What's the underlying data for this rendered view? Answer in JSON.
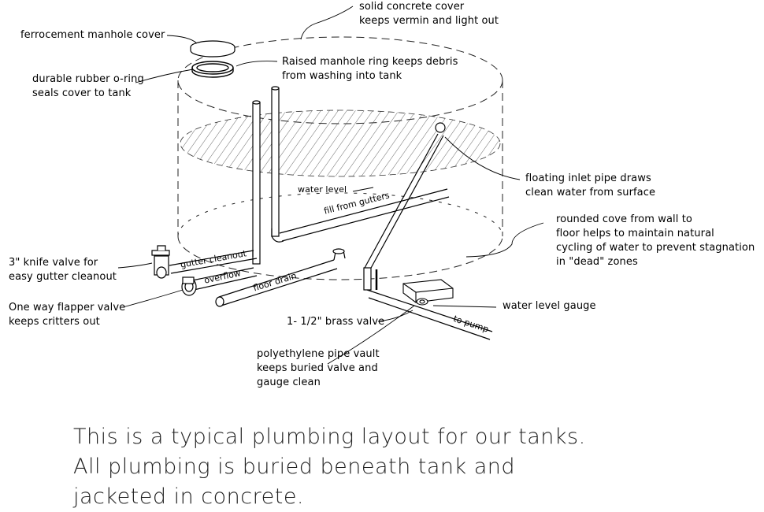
{
  "labels": {
    "concrete_cover": [
      "solid concrete cover",
      "keeps vermin and light out"
    ],
    "manhole_cover": [
      "ferrocement manhole cover"
    ],
    "o_ring": [
      "durable rubber o-ring",
      "seals cover to tank"
    ],
    "manhole_ring": [
      "Raised manhole ring keeps debris",
      "from washing into tank"
    ],
    "floating_inlet": [
      "floating inlet pipe draws",
      "clean water from surface"
    ],
    "water_level": [
      "water level"
    ],
    "rounded_cove": [
      "rounded cove from wall to",
      "floor helps to maintain natural",
      "cycling of water to prevent stagnation",
      "in \"dead\" zones"
    ],
    "knife_valve": [
      "3\" knife valve for",
      "easy gutter cleanout"
    ],
    "flapper_valve": [
      "One way flapper valve",
      "keeps critters out"
    ],
    "water_gauge": [
      "water level gauge"
    ],
    "brass_valve": [
      "1- 1/2\" brass valve"
    ],
    "pipe_vault": [
      "polyethylene pipe vault",
      "keeps buried valve and",
      "gauge clean"
    ]
  },
  "pipe_labels": {
    "fill": "fill from gutters",
    "gutter_cleanout": "gutter cleanout",
    "overflow": "overflow",
    "floor_drain": "floor drain",
    "to_pump": "to pump"
  },
  "caption": [
    "This is a typical plumbing layout for our tanks.",
    "All plumbing is buried beneath tank and",
    "jacketed in concrete."
  ]
}
